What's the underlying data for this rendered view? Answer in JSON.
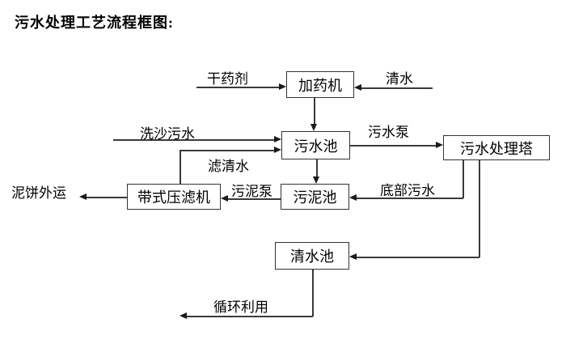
{
  "title": "污水处理工艺流程框图:",
  "colors": {
    "background": "#ffffff",
    "line": "#3a3a3a",
    "box_border": "#333333",
    "text": "#000000"
  },
  "nodes": {
    "dosing_machine": "加药机",
    "sewage_pool": "污水池",
    "treatment_tower": "污水处理塔",
    "belt_filter_press": "带式压滤机",
    "sludge_pool": "污泥池",
    "clean_water_pool": "清水池"
  },
  "flow_labels": {
    "dry_agent": "干药剂",
    "clean_water": "清水",
    "sand_washing_sewage": "洗沙污水",
    "sewage_pump": "污水泵",
    "filtered_water": "滤清水",
    "sludge_pump": "污泥泵",
    "bottom_sewage": "底部污水",
    "mud_cake_out": "泥饼外运",
    "recycle_use": "循环利用"
  }
}
